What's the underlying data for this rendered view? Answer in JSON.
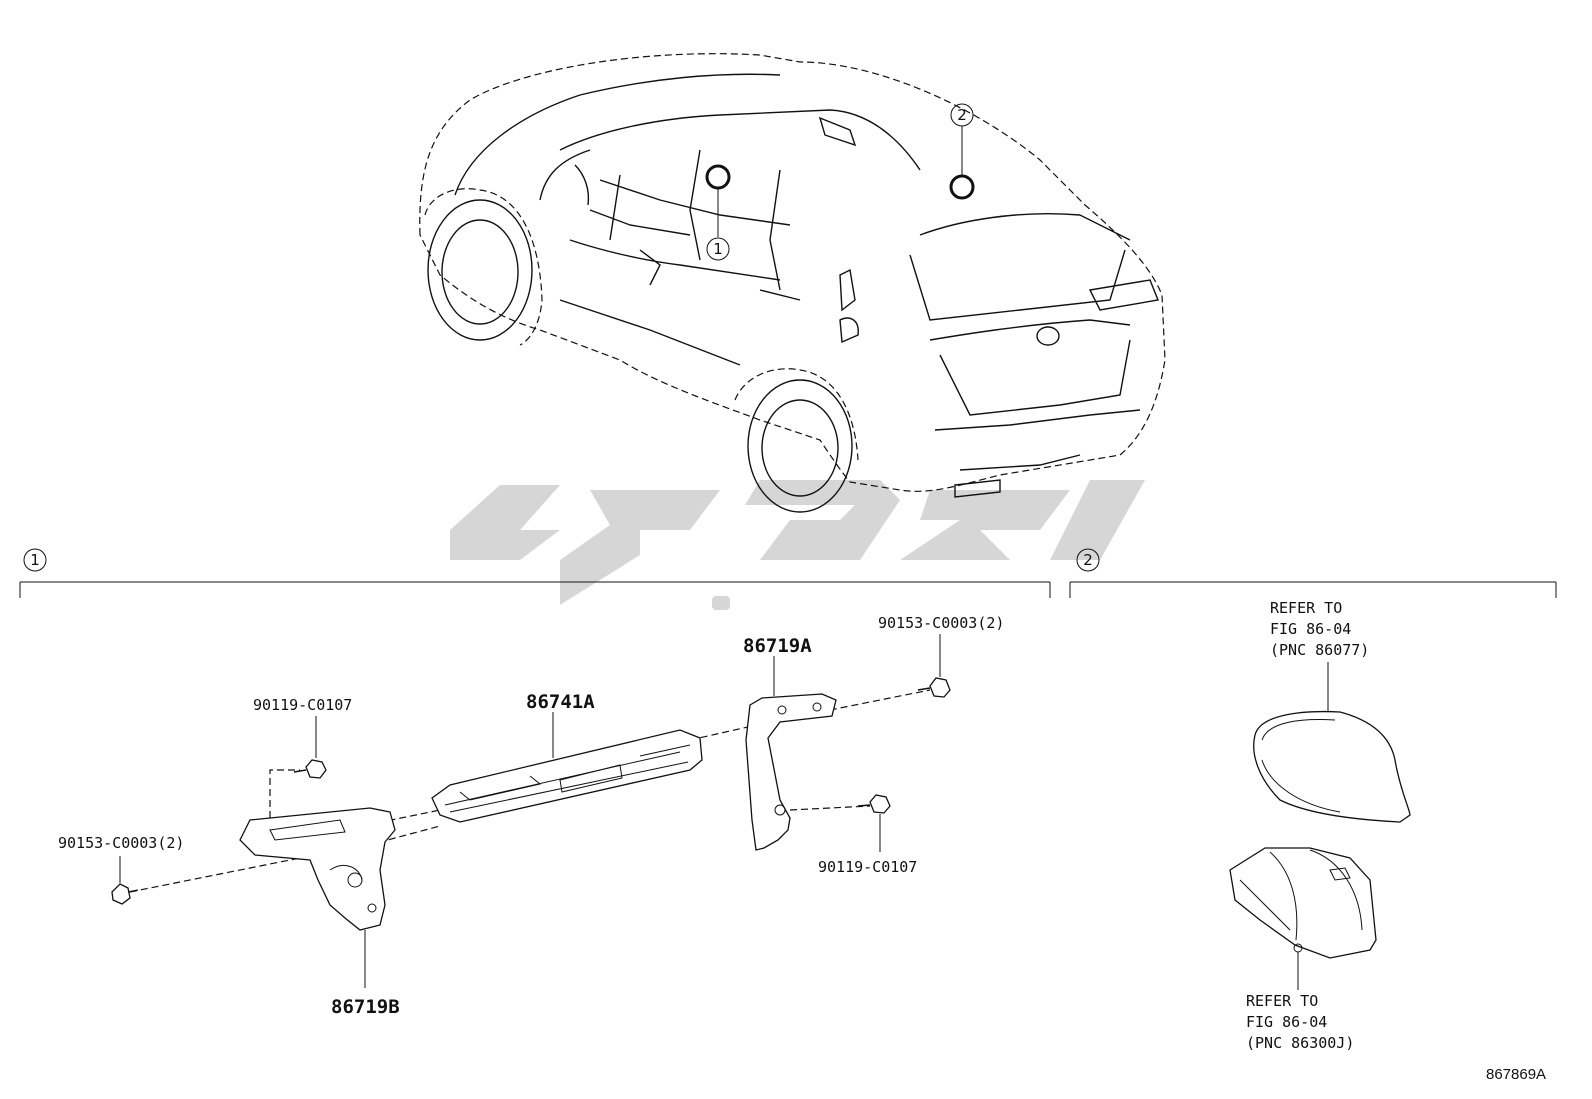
{
  "diagram": {
    "callouts": {
      "one": "1",
      "two": "2"
    },
    "labels": {
      "screw_left": "90153-C0003(2)",
      "screw_upper_left": "90119-C0107",
      "bracket_b": "86719B",
      "module": "86741A",
      "bracket_a": "86719A",
      "screw_upper_right": "90153-C0003(2)",
      "screw_lower_right": "90119-C0107"
    },
    "reference_top": {
      "line1": "REFER TO",
      "line2": "FIG 86-04",
      "line3": "(PNC 86077)"
    },
    "reference_bottom": {
      "line1": "REFER TO",
      "line2": "FIG 86-04",
      "line3": "(PNC 86300J)"
    },
    "figure_number": "867869A",
    "watermark_color": "#d6d6d6"
  }
}
